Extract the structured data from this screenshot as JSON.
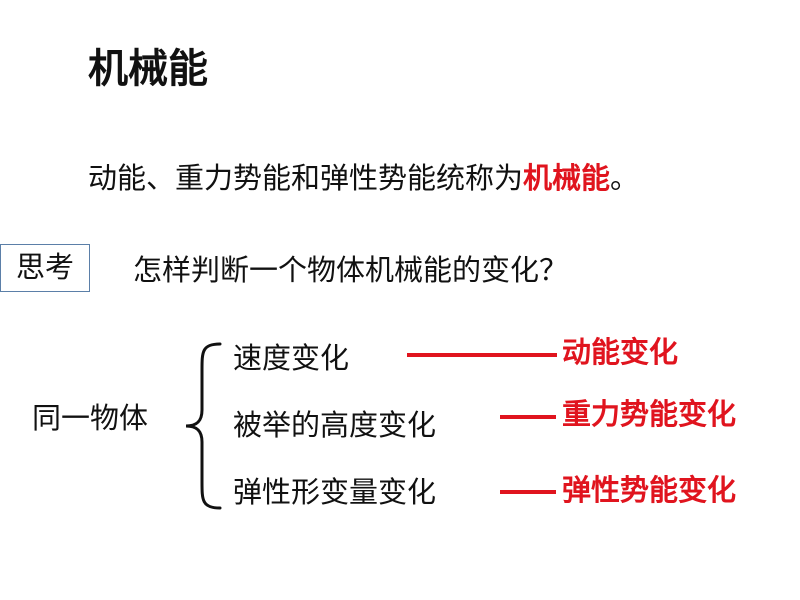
{
  "slide": {
    "title": "机械能",
    "definition": {
      "prefix": "动能、重力势能和弹性势能统称为",
      "highlight": "机械能",
      "suffix": "。"
    },
    "think_label": "思考",
    "question": "怎样判断一个物体机械能的变化？",
    "subject": "同一物体",
    "rows": [
      {
        "condition": "速度变化",
        "result": "动能变化"
      },
      {
        "condition": "被举的高度变化",
        "result": "重力势能变化"
      },
      {
        "condition": "弹性形变量变化",
        "result": "弹性势能变化"
      }
    ],
    "colors": {
      "accent_red": "#e0141e",
      "box_border": "#5b7fa8",
      "text": "#111111"
    }
  }
}
